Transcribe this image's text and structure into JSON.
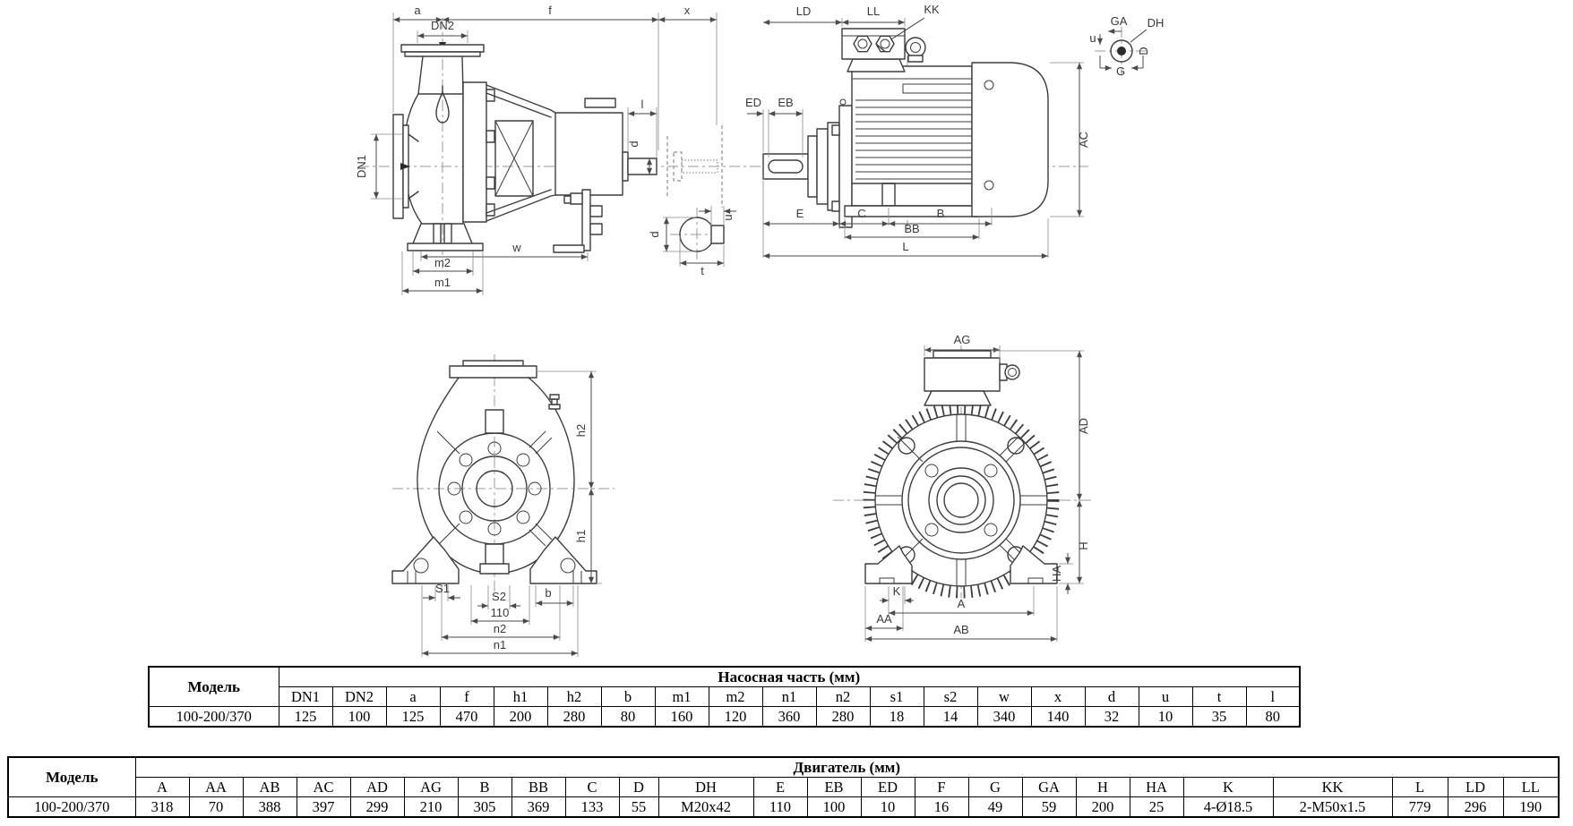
{
  "drawing_labels": {
    "a": "a",
    "f": "f",
    "x": "x",
    "dn2": "DN2",
    "dn1": "DN1",
    "l": "l",
    "d": "d",
    "w": "w",
    "m2": "m2",
    "m1": "m1",
    "u": "u",
    "t": "t",
    "ld": "LD",
    "ll": "LL",
    "kk": "KK",
    "ed": "ED",
    "eb": "EB",
    "e": "E",
    "c": "C",
    "b": "B",
    "bb": "BB",
    "l_total": "L",
    "ac": "AC",
    "ga": "GA",
    "dh": "DH",
    "g": "G",
    "d_big": "D",
    "h2": "h2",
    "h1": "h1",
    "s1": "S1",
    "s2": "S2",
    "dim110": "110",
    "n2": "n2",
    "n1": "n1",
    "b_small": "b",
    "ag": "AG",
    "ad": "AD",
    "h": "H",
    "ha": "HA",
    "k": "K",
    "a_big": "A",
    "aa": "AA",
    "ab": "AB"
  },
  "pump_table": {
    "model_header": "Модель",
    "group_header": "Насосная часть (мм)",
    "columns": [
      "DN1",
      "DN2",
      "a",
      "f",
      "h1",
      "h2",
      "b",
      "m1",
      "m2",
      "n1",
      "n2",
      "s1",
      "s2",
      "w",
      "x",
      "d",
      "u",
      "t",
      "l"
    ],
    "rows": [
      {
        "model": "100-200/370",
        "values": [
          "125",
          "100",
          "125",
          "470",
          "200",
          "280",
          "80",
          "160",
          "120",
          "360",
          "280",
          "18",
          "14",
          "340",
          "140",
          "32",
          "10",
          "35",
          "80"
        ]
      }
    ]
  },
  "motor_table": {
    "model_header": "Модель",
    "group_header": "Двигатель (мм)",
    "columns": [
      "A",
      "AA",
      "AB",
      "AC",
      "AD",
      "AG",
      "B",
      "BB",
      "C",
      "D",
      "DH",
      "E",
      "EB",
      "ED",
      "F",
      "G",
      "GA",
      "H",
      "HA",
      "K",
      "KK",
      "L",
      "LD",
      "LL"
    ],
    "rows": [
      {
        "model": "100-200/370",
        "values": [
          "318",
          "70",
          "388",
          "397",
          "299",
          "210",
          "305",
          "369",
          "133",
          "55",
          "M20x42",
          "110",
          "100",
          "10",
          "16",
          "49",
          "59",
          "200",
          "25",
          "4-Ø18.5",
          "2-M50x1.5",
          "779",
          "296",
          "190"
        ]
      }
    ]
  }
}
